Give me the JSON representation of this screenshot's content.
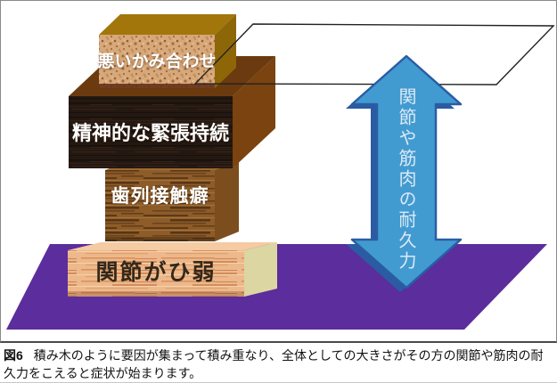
{
  "figure": {
    "floor_color": "#5c2d9c",
    "threshold_plane": {
      "stroke": "#222222"
    },
    "blocks": [
      {
        "id": "bad-bite",
        "label": "悪いかみ合わせ",
        "colors": {
          "front": "#d7a87a",
          "top": "#a3760b",
          "side": "#8d6608"
        }
      },
      {
        "id": "mental-tension",
        "label": "精神的な緊張持続",
        "colors": {
          "front": "#241812",
          "top": "#6b3a0e",
          "side": "#7a430f"
        }
      },
      {
        "id": "tooth-contact",
        "label": "歯列接触癖",
        "colors": {
          "front": "#8d5c28",
          "top": "#9c6b30",
          "side": "#7c4e1e"
        }
      },
      {
        "id": "weak-joints",
        "label": "関節がひ弱",
        "colors": {
          "front": "#edb88b",
          "top": "#f4cba2",
          "side": "#dcd6a2"
        }
      }
    ],
    "arrow": {
      "label": "関節や筋肉の耐久力",
      "fill": "#429bd0",
      "border": "#2a5da4",
      "shadow": "#2b5ba2"
    }
  },
  "caption": {
    "label": "図6",
    "text": "積み木のように要因が集まって積み重なり、全体としての大きさがその方の関節や筋肉の耐久力をこえると症状が始まります。"
  }
}
